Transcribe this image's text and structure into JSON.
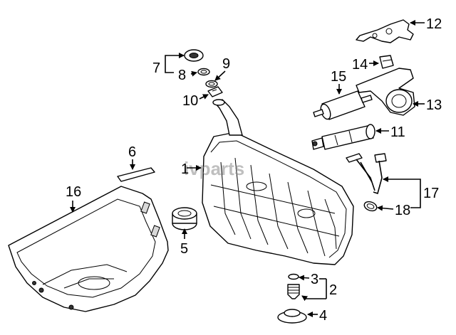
{
  "watermark": "ivparts",
  "callouts": {
    "c1": "1",
    "c2": "2",
    "c3": "3",
    "c4": "4",
    "c5": "5",
    "c6": "6",
    "c7": "7",
    "c8": "8",
    "c9": "9",
    "c10": "10",
    "c11": "11",
    "c12": "12",
    "c13": "13",
    "c14": "14",
    "c15": "15",
    "c16": "16",
    "c17": "17",
    "c18": "18"
  }
}
